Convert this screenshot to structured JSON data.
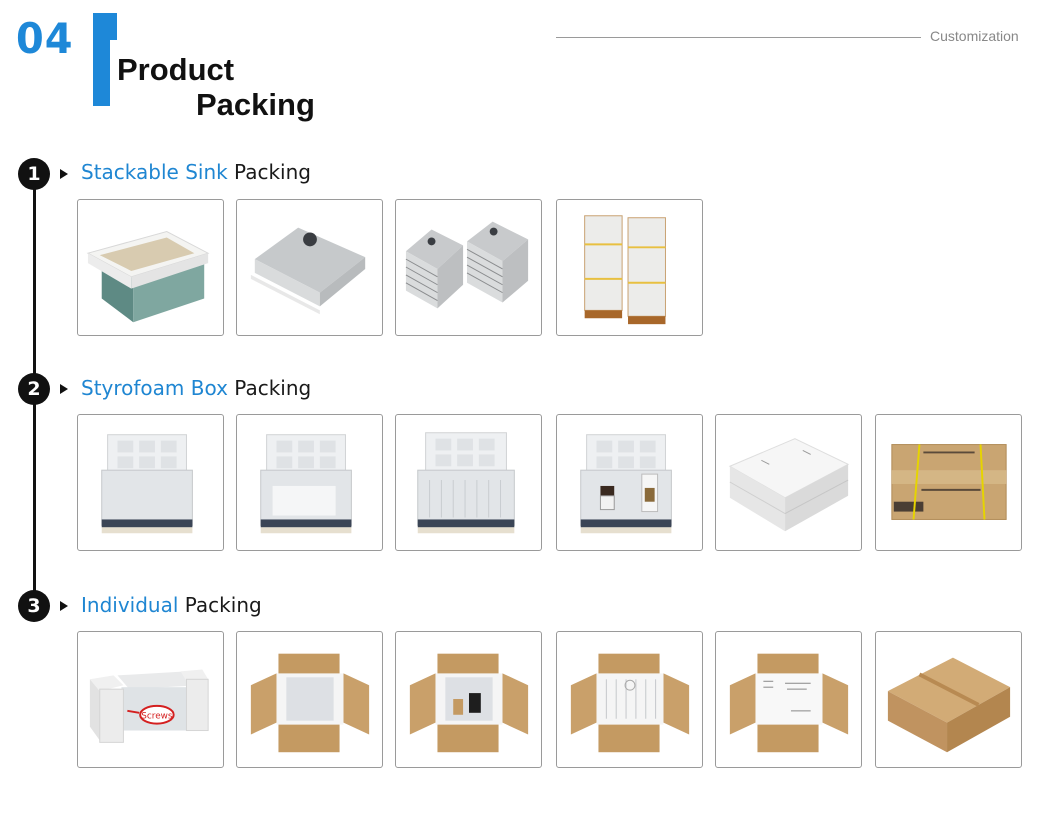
{
  "header": {
    "section_number": "04",
    "title_line1": "Product",
    "title_line2": "Packing",
    "category_label": "Customization",
    "accent_color": "#1e88d8"
  },
  "steps": [
    {
      "number": "1",
      "title_accent": "Stackable Sink",
      "title_rest": " Packing",
      "photos": [
        {
          "caption": "Sink in foam frame with plastic liner",
          "icon": "sink-in-foam-frame"
        },
        {
          "caption": "Sink wrapped in plastic film",
          "icon": "wrapped-sink"
        },
        {
          "caption": "Stacked wrapped sinks",
          "icon": "stacked-sinks"
        },
        {
          "caption": "Palletized stacks with straps",
          "icon": "pallet-stacks"
        }
      ]
    },
    {
      "number": "2",
      "title_accent": "Styrofoam Box",
      "title_rest": " Packing",
      "photos": [
        {
          "caption": "Open styrofoam box with sink",
          "icon": "styrofoam-box-open"
        },
        {
          "caption": "Styrofoam box with insert",
          "icon": "styrofoam-box-insert"
        },
        {
          "caption": "Styrofoam box with bottom grid",
          "icon": "styrofoam-box-grid"
        },
        {
          "caption": "Styrofoam box with accessories",
          "icon": "styrofoam-box-accessories"
        },
        {
          "caption": "Closed styrofoam box",
          "icon": "styrofoam-box-closed"
        },
        {
          "caption": "Carton with yellow straps",
          "icon": "strapped-carton"
        }
      ]
    },
    {
      "number": "3",
      "title_accent": "Individual",
      "title_rest": " Packing",
      "photos": [
        {
          "caption": "Foam end caps with screws callout",
          "icon": "foam-end-caps",
          "callout": "Screws"
        },
        {
          "caption": "Open carton with wrapped sink",
          "icon": "open-carton-sink"
        },
        {
          "caption": "Open carton with accessories",
          "icon": "open-carton-accessories"
        },
        {
          "caption": "Open carton with bottom grid",
          "icon": "open-carton-grid"
        },
        {
          "caption": "Open carton with manual",
          "icon": "open-carton-manual"
        },
        {
          "caption": "Sealed carton",
          "icon": "sealed-carton"
        }
      ]
    }
  ]
}
